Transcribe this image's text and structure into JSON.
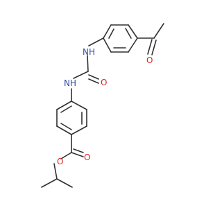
{
  "molecule": {
    "atoms": {
      "nh_upper": {
        "text": "NH",
        "color": "#3050a0"
      },
      "nh_lower": {
        "text": "NH",
        "color": "#3050a0"
      },
      "o_urea": {
        "text": "O",
        "color": "#e02020"
      },
      "o_ketone": {
        "text": "O",
        "color": "#e02020"
      },
      "o_carbonyl": {
        "text": "O",
        "color": "#e02020"
      },
      "o_ester": {
        "text": "O",
        "color": "#e02020"
      }
    }
  }
}
